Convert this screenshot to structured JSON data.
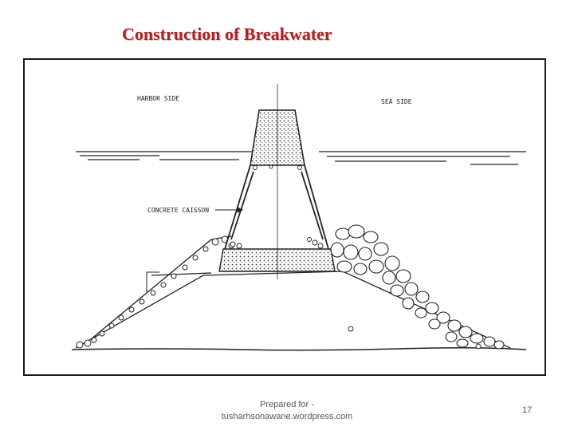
{
  "slide": {
    "title": "Construction of Breakwater",
    "footer_line1": "Prepared for -",
    "footer_line2": "tusharhsonawane.wordpress.com",
    "page_number": "17"
  },
  "diagram": {
    "harbor_side_label": "HARBOR SIDE",
    "sea_side_label": "SEA SIDE",
    "caisson_label": "CONCRETE CAISSON"
  },
  "colors": {
    "title": "#b22222",
    "ink": "#1a1a1a"
  }
}
